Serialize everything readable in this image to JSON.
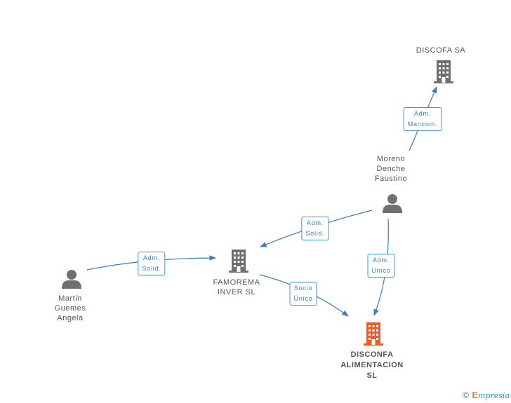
{
  "colors": {
    "edge": "#3a7cc4",
    "company_icon": "#707070",
    "person_icon": "#707070",
    "focus_company": "#f05a28"
  },
  "nodes": {
    "discofa_sa": {
      "lines": [
        "DISCOFA SA"
      ],
      "icon": "building-icon"
    },
    "moreno": {
      "lines": [
        "Moreno",
        "Denche",
        "Faustino"
      ],
      "icon": "person-icon"
    },
    "famorema": {
      "lines": [
        "FAMOREMA",
        "INVER SL"
      ],
      "icon": "building-icon"
    },
    "martin": {
      "lines": [
        "Martin",
        "Guemes",
        "Angela"
      ],
      "icon": "person-icon"
    },
    "disconfa": {
      "lines": [
        "DISCONFA",
        "ALIMENTACION",
        "SL"
      ],
      "icon": "building-icon"
    }
  },
  "edges": {
    "moreno_discofa": {
      "lines": [
        "Adm.",
        "Mancom."
      ]
    },
    "moreno_famorema": {
      "lines": [
        "Adm.",
        "Solid."
      ]
    },
    "moreno_disconfa": {
      "lines": [
        "Adm.",
        "Unico"
      ]
    },
    "martin_famorema": {
      "lines": [
        "Adm.",
        "Solid."
      ]
    },
    "famorema_disconfa": {
      "lines": [
        "Socio",
        "Único"
      ]
    }
  },
  "footer": {
    "copyright": "©",
    "brand_initial": "E",
    "brand_rest": "mpresia"
  }
}
